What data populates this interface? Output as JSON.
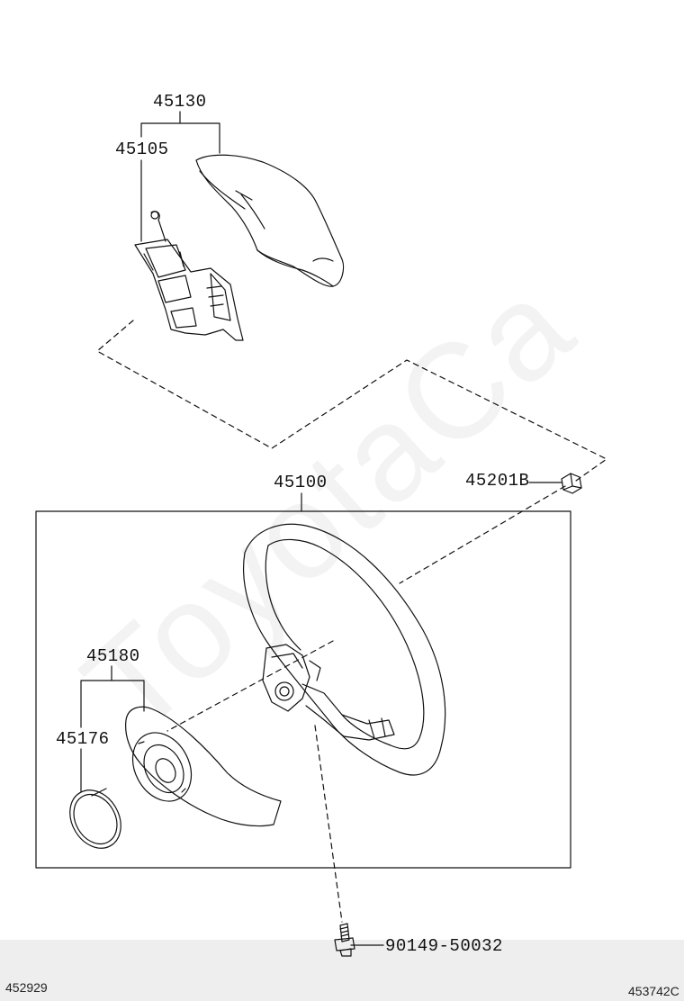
{
  "parts": {
    "p45130": "45130",
    "p45105": "45105",
    "p45100": "45100",
    "p45201": "45201B",
    "p45180": "45180",
    "p45176": "45176",
    "p90149": "90149-50032"
  },
  "footer": {
    "left_code": "452929",
    "right_code": "453742C"
  },
  "watermark": "ToyotaCa",
  "colors": {
    "line": "#111111",
    "strip": "#eeeeee"
  }
}
